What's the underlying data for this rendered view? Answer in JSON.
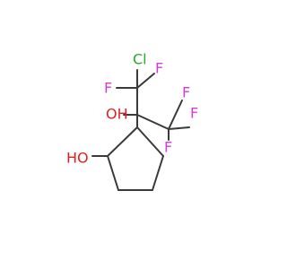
{
  "molecule": {
    "atoms": {
      "cl": "Cl",
      "f1": "F",
      "f2": "F",
      "f3": "F",
      "f4": "F",
      "f5": "F",
      "oh_central": "OH",
      "ho_ring": "HO"
    },
    "colors": {
      "bond": "#3a3a3a",
      "chlorine": "#2ea82e",
      "fluorine": "#d040d0",
      "oxygen": "#e02020",
      "background": "#ffffff"
    }
  }
}
